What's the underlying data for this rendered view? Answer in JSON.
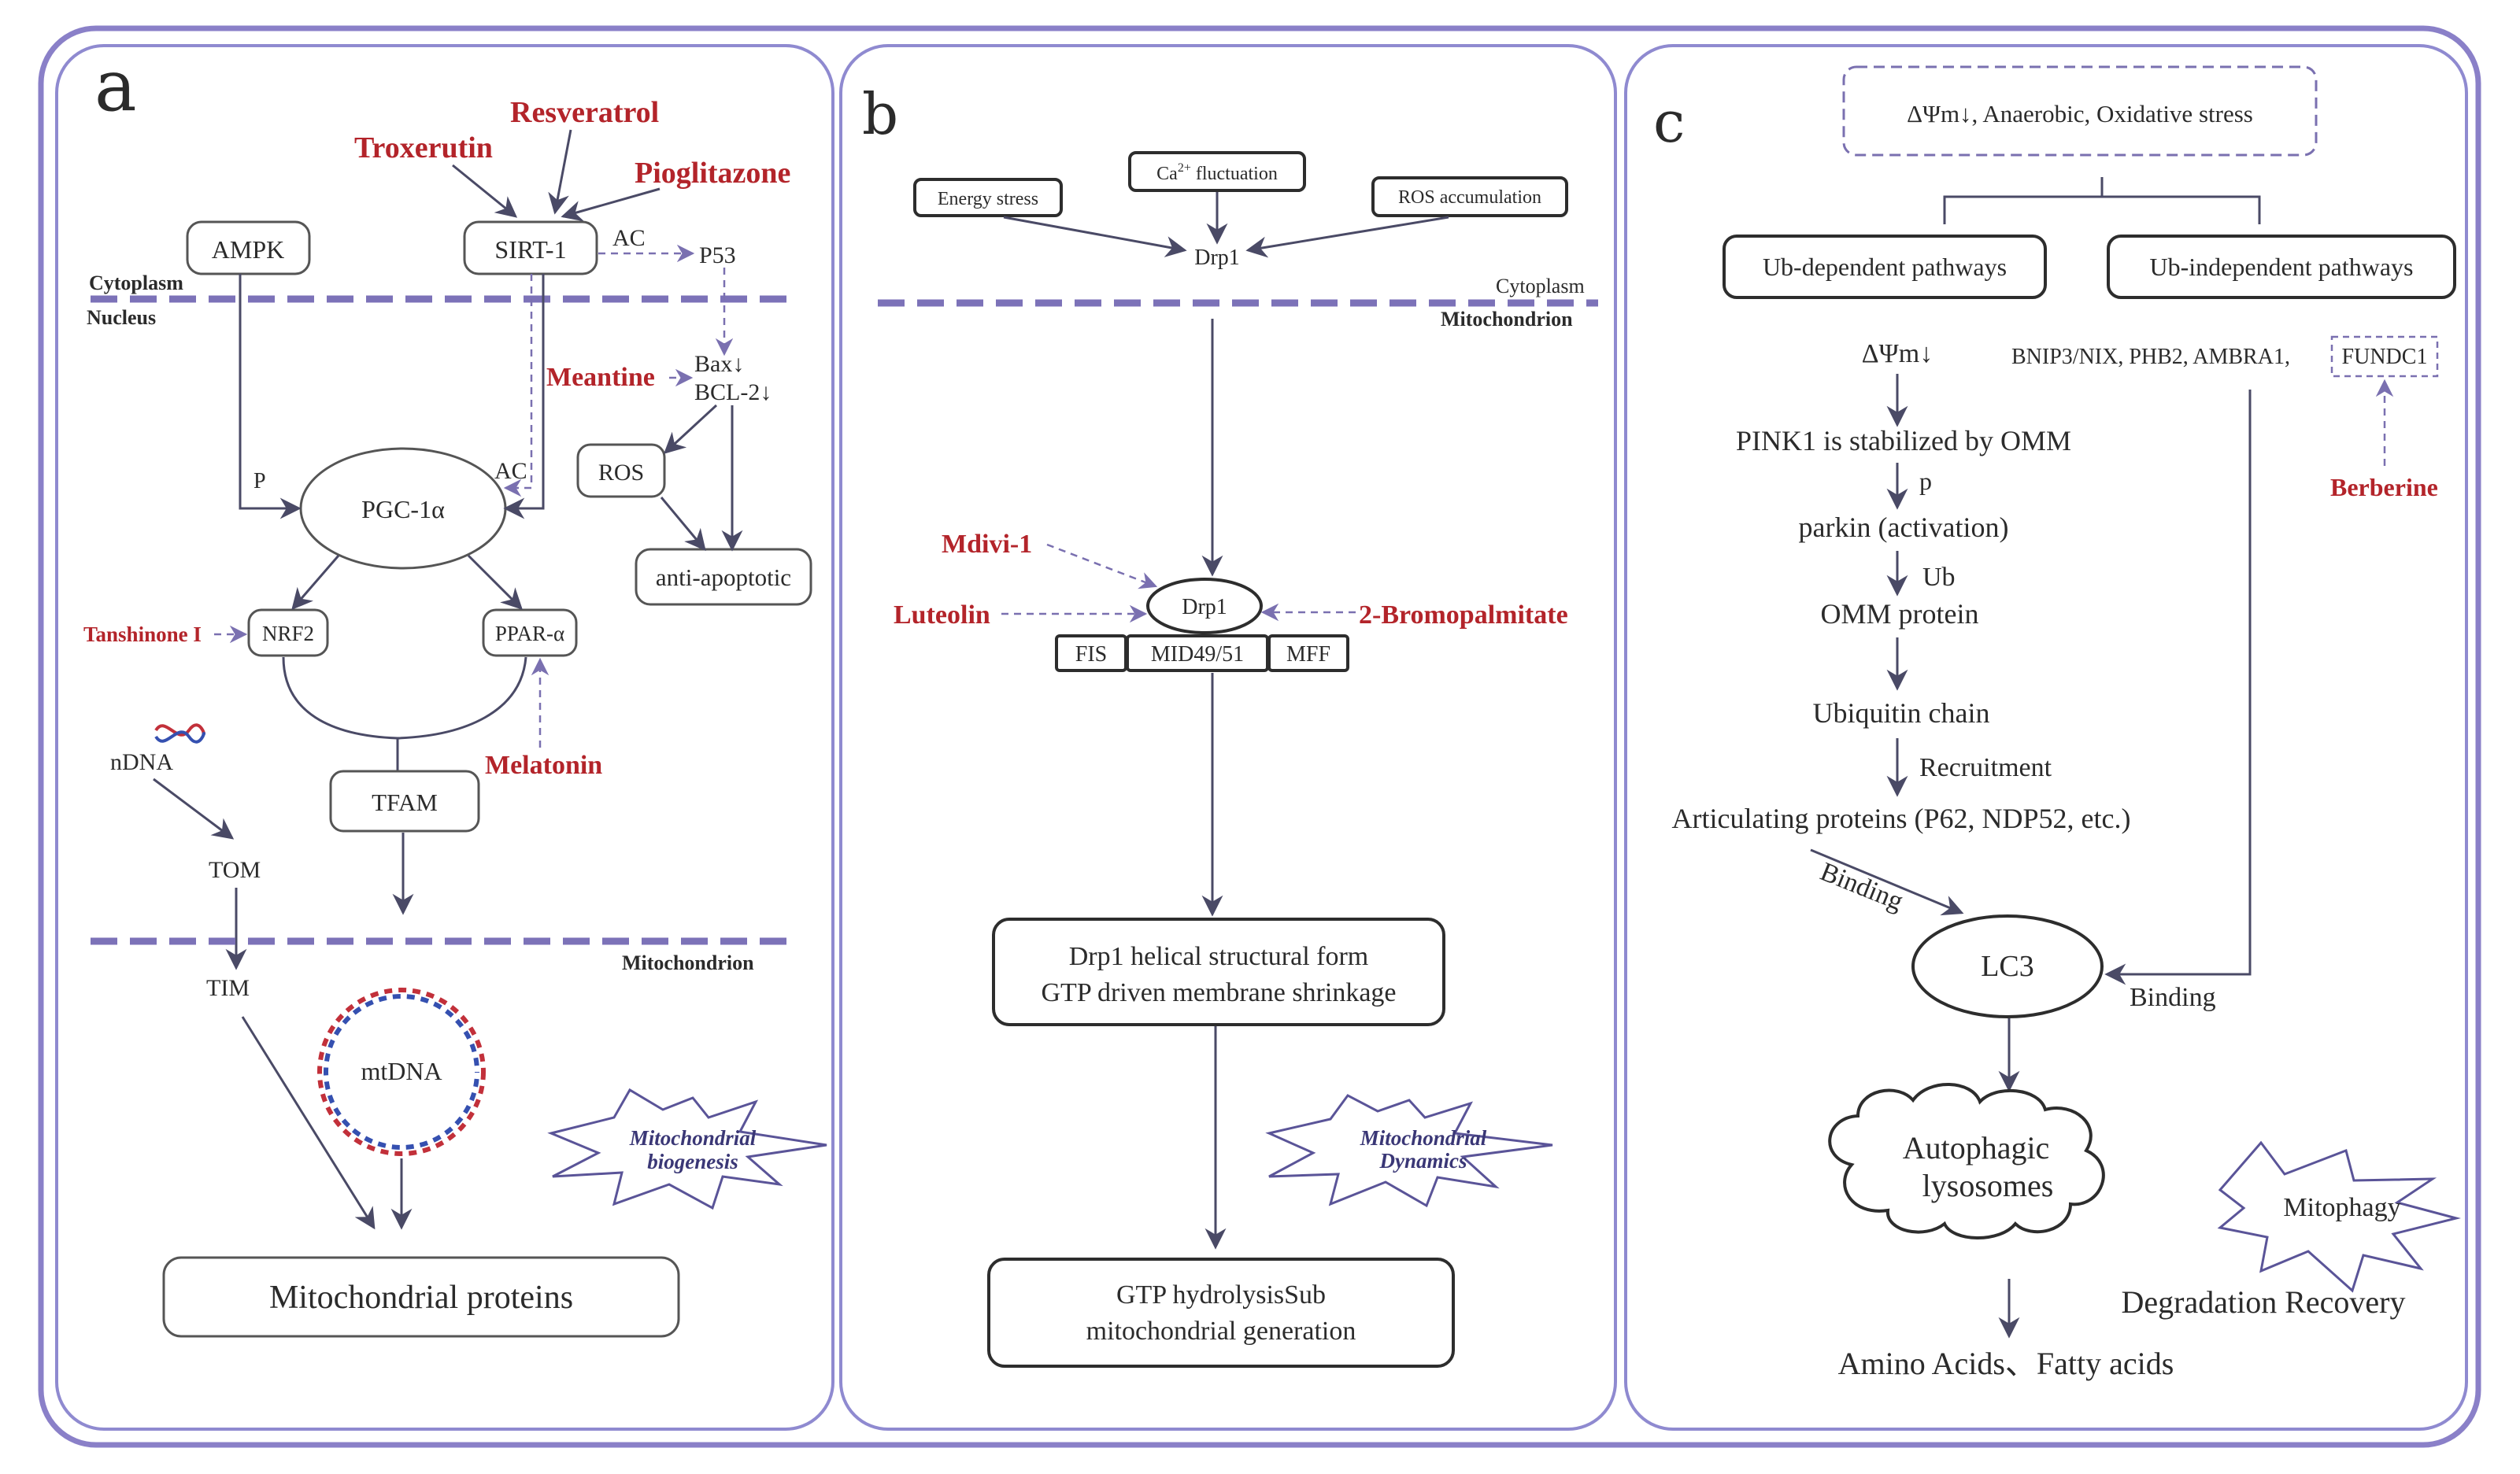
{
  "panel_a": {
    "letter": "a",
    "drugs": {
      "resveratrol": "Resveratrol",
      "troxerutin": "Troxerutin",
      "pioglitazone": "Pioglitazone",
      "meantine": "Meantine",
      "tanshinone": "Tanshinone I",
      "melatonin": "Melatonin"
    },
    "nodes": {
      "ampk": "AMPK",
      "sirt1": "SIRT-1",
      "p53": "P53",
      "bax": "Bax↓",
      "bcl2": "BCL-2↓",
      "ros": "ROS",
      "pgc1a": "PGC-1α",
      "antiapop": "anti-apoptotic",
      "nrf2": "NRF2",
      "ppara": "PPAR-α",
      "tfam": "TFAM",
      "ndna": "nDNA",
      "tom": "TOM",
      "tim": "TIM",
      "mtdna": "mtDNA",
      "mito_proteins": "Mitochondrial proteins"
    },
    "labels": {
      "ac1": "AC",
      "ac2": "AC",
      "p": "P",
      "cytoplasm": "Cytoplasm",
      "nucleus": "Nucleus",
      "mitochondrion": "Mitochondrion"
    },
    "star": {
      "line1": "Mitochondrial",
      "line2": "biogenesis"
    }
  },
  "panel_b": {
    "letter": "b",
    "nodes": {
      "energy": "Energy stress",
      "ca_pre": "Ca",
      "ca_sup": "2+",
      "ca_post": " fluctuation",
      "ros": "ROS accumulation",
      "drp1_top": "Drp1",
      "drp1": "Drp1",
      "fis": "FIS",
      "mid": "MID49/51",
      "mff": "MFF",
      "helical1": "Drp1 helical structural form",
      "helical2": "GTP driven membrane shrinkage",
      "gtp1": "GTP hydrolysisSub",
      "gtp2": "mitochondrial generation"
    },
    "drugs": {
      "mdivi": "Mdivi-1",
      "luteolin": "Luteolin",
      "bromo": "2-Bromopalmitate"
    },
    "labels": {
      "cytoplasm": "Cytoplasm",
      "mitochondrion": "Mitochondrion"
    },
    "star": {
      "line1": "Mitochondrial",
      "line2": "Dynamics"
    }
  },
  "panel_c": {
    "letter": "c",
    "nodes": {
      "stress": "ΔΨm↓, Anaerobic, Oxidative stress",
      "ub_dep": "Ub-dependent pathways",
      "ub_indep": "Ub-independent pathways",
      "dpsi": "ΔΨm↓",
      "receptors": "BNIP3/NIX, PHB2, AMBRA1,",
      "fundc1": "FUNDC1",
      "pink1": "PINK1 is stabilized by OMM",
      "parkin": "parkin (activation)",
      "omm": "OMM protein",
      "ubchain": "Ubiquitin chain",
      "articulating": "Articulating proteins (P62, NDP52, etc.)",
      "lc3": "LC3",
      "auto1": "Autophagic",
      "auto2": "lysosomes",
      "degradation": "Degradation Recovery",
      "amino": "Amino Acids、Fatty acids"
    },
    "labels": {
      "p": "p",
      "ub": "Ub",
      "recruitment": "Recruitment",
      "binding1": "Binding",
      "binding2": "Binding"
    },
    "drugs": {
      "berberine": "Berberine"
    },
    "star": {
      "line1": "Mitophagy"
    }
  }
}
